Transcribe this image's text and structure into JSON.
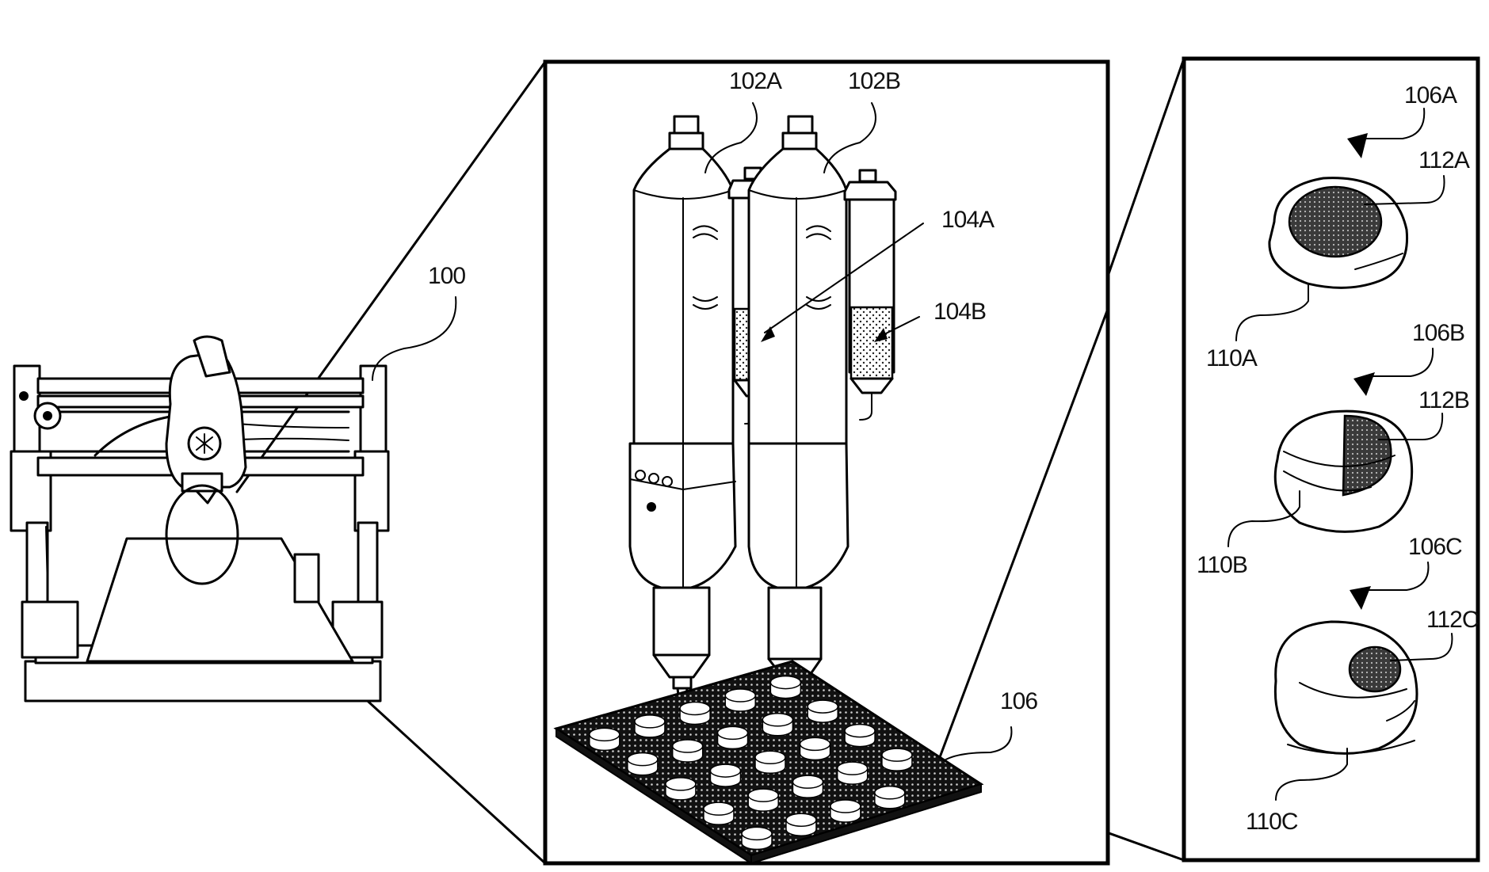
{
  "figure": {
    "description": "Patent drawing: bioprinter system with zoomed-in dispensing heads and printed tablets",
    "colors": {
      "ink": "#000000",
      "background": "#ffffff",
      "fill_pattern": "#3a3a3a"
    },
    "panels": [
      {
        "id": "printer",
        "labels": [
          {
            "ref": "100",
            "refers_to": "printer"
          }
        ]
      },
      {
        "id": "dispensers",
        "labels": [
          {
            "ref": "102A",
            "refers_to": "first print head"
          },
          {
            "ref": "102B",
            "refers_to": "second print head"
          },
          {
            "ref": "104A",
            "refers_to": "first material cartridge"
          },
          {
            "ref": "104B",
            "refers_to": "second material cartridge"
          },
          {
            "ref": "106",
            "refers_to": "printed tablet on tray"
          }
        ],
        "tray_tablet_count": 24
      },
      {
        "id": "tablets",
        "labels": [
          {
            "ref": "106A",
            "refers_to": "tablet A"
          },
          {
            "ref": "112A",
            "refers_to": "inner core A"
          },
          {
            "ref": "110A",
            "refers_to": "outer shell A"
          },
          {
            "ref": "106B",
            "refers_to": "tablet B"
          },
          {
            "ref": "112B",
            "refers_to": "inner core B"
          },
          {
            "ref": "110B",
            "refers_to": "outer shell B"
          },
          {
            "ref": "106C",
            "refers_to": "tablet C"
          },
          {
            "ref": "112C",
            "refers_to": "inner core C"
          },
          {
            "ref": "110C",
            "refers_to": "outer shell C"
          }
        ]
      }
    ]
  },
  "labels": {
    "l100": "100",
    "l102A": "102A",
    "l102B": "102B",
    "l104A": "104A",
    "l104B": "104B",
    "l106": "106",
    "l106A": "106A",
    "l112A": "112A",
    "l110A": "110A",
    "l106B": "106B",
    "l112B": "112B",
    "l110B": "110B",
    "l106C": "106C",
    "l112C": "112C",
    "l110C": "110C"
  }
}
